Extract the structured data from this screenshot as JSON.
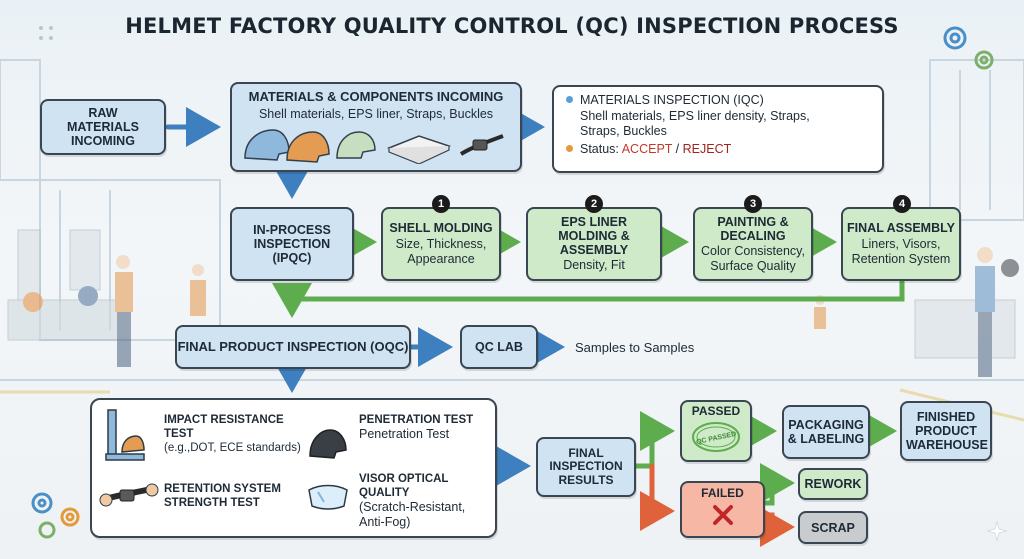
{
  "title": "HELMET FACTORY QUALITY CONTROL (QC) INSPECTION PROCESS",
  "raw": {
    "label": "RAW MATERIALS INCOMING"
  },
  "incoming": {
    "title": "MATERIALS & COMPONENTS INCOMING",
    "subtitle": "Shell materials, EPS liner, Straps, Buckles"
  },
  "iqc": {
    "title": "MATERIALS INSPECTION (IQC)",
    "desc": "Shell materials, EPS liner density, Straps, Straps, Buckles",
    "status_label": "Status:",
    "accept": "ACCEPT",
    "sep": " / ",
    "reject": "REJECT"
  },
  "ipqc": {
    "label": "IN-PROCESS INSPECTION (IPQC)"
  },
  "steps": [
    {
      "num": "1",
      "title": "SHELL MOLDING",
      "desc": "Size, Thickness, Appearance"
    },
    {
      "num": "2",
      "title": "EPS LINER MOLDING & ASSEMBLY",
      "desc": "Density, Fit"
    },
    {
      "num": "3",
      "title": "PAINTING & DECALING",
      "desc": "Color Consistency, Surface Quality"
    },
    {
      "num": "4",
      "title": "FINAL ASSEMBLY",
      "desc": "Liners, Visors, Retention System"
    }
  ],
  "oqc": {
    "label": "FINAL PRODUCT INSPECTION (OQC)"
  },
  "lab": {
    "label": "QC LAB",
    "note": "Samples to Samples"
  },
  "tests": [
    {
      "title": "IMPACT RESISTANCE TEST",
      "desc": "(e.g.,DOT, ECE standards)",
      "icon": "impact-test-icon"
    },
    {
      "title": "PENETRATION TEST",
      "desc": "Penetration Test",
      "icon": "penetration-test-icon"
    },
    {
      "title": "RETENTION SYSTEM STRENGTH TEST",
      "desc": "",
      "icon": "strap-test-icon"
    },
    {
      "title": "VISOR OPTICAL QUALITY",
      "desc": "(Scratch-Resistant, Anti-Fog)",
      "icon": "visor-icon"
    }
  ],
  "results": {
    "label": "FINAL INSPECTION RESULTS"
  },
  "passed": {
    "label": "PASSED",
    "stamp": "QC PASSED"
  },
  "failed": {
    "label": "FAILED"
  },
  "packaging": {
    "label": "PACKAGING & LABELING"
  },
  "warehouse": {
    "label": "FINISHED PRODUCT WAREHOUSE"
  },
  "rework": {
    "label": "REWORK"
  },
  "scrap": {
    "label": "SCRAP"
  },
  "colors": {
    "blue_box": "#cfe3f3",
    "green_box": "#cfeac8",
    "fail_box": "#f6b8a4",
    "scrap_box": "#c9cccf",
    "blue_arrow": "#3d7fbf",
    "green_arrow": "#5dad4e",
    "red_arrow": "#e0623a",
    "accept": "#c0392b",
    "reject": "#a02420"
  }
}
